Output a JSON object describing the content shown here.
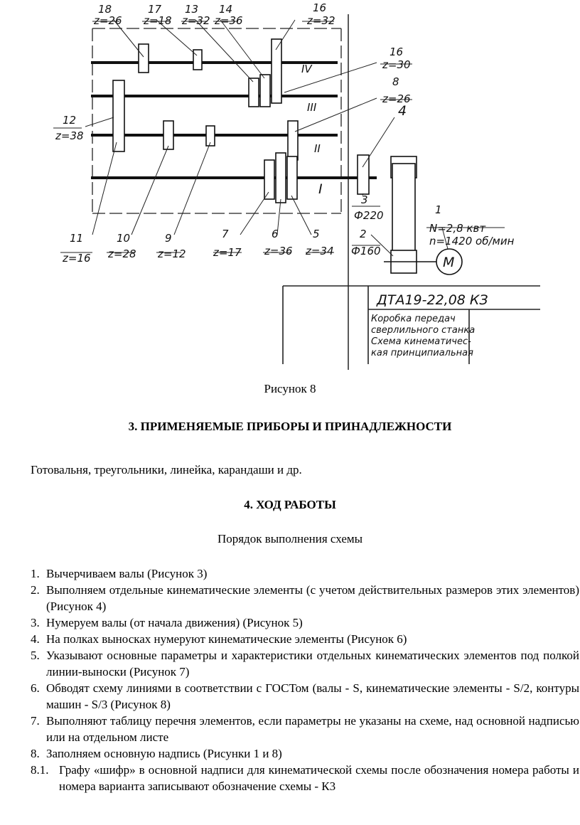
{
  "figure": {
    "labels": {
      "g18": "18",
      "z18": "z=26",
      "g17": "17",
      "z17": "z=18",
      "g13": "13",
      "z13": "z=32",
      "g14": "14",
      "z14": "z=36",
      "g16": "16",
      "z16": "z=32",
      "g16b": "16",
      "z16b": "z=30",
      "g8": "8",
      "z8": "z=26",
      "g4": "4",
      "g12": "12",
      "z12": "z=38",
      "g11": "11",
      "z11": "z=16",
      "g10": "10",
      "z10": "z=28",
      "g9": "9",
      "z9": "z=12",
      "g7": "7",
      "z7": "z=17",
      "g6": "6",
      "z6": "z=36",
      "g5": "5",
      "z5": "z=34",
      "g3": "3",
      "d3": "Ф220",
      "g2": "2",
      "d2": "Ф160",
      "g1": "1",
      "power": "N=2,8 квт",
      "speed": "n=1420 об/мин",
      "motor": "M",
      "shaft_I": "I",
      "shaft_II": "II",
      "shaft_III": "III",
      "shaft_IV": "IV"
    },
    "title_block": {
      "code": "ДТА19-22,08 КЗ",
      "line1": "Коробка передач",
      "line2": "сверлильного станка",
      "line3": "Схема кинематичес-",
      "line4": "кая принципиальная"
    }
  },
  "caption": "Рисунок 8",
  "section3_title": "3. ПРИМЕНЯЕМЫЕ ПРИБОРЫ И ПРИНАДЛЕЖНОСТИ",
  "tools_text": "Готовальня, треугольники, линейка, карандаши и др.",
  "section4_title": "4. ХОД РАБОТЫ",
  "procedure_title": "Порядок выполнения схемы",
  "steps": [
    {
      "num": "1.",
      "text": "Вычерчиваем валы (Рисунок 3)"
    },
    {
      "num": "2.",
      "text": "Выполняем отдельные кинематические элементы (с учетом действительных размеров этих элементов) (Рисунок 4)"
    },
    {
      "num": "3.",
      "text": "Нумеруем валы (от начала движения) (Рисунок 5)"
    },
    {
      "num": "4.",
      "text": "На полках выносках нумеруют кинематические элементы (Рисунок 6)"
    },
    {
      "num": "5.",
      "text": "Указывают основные параметры и характеристики отдельных кинематических элементов под полкой линии-выноски (Рисунок 7)"
    },
    {
      "num": "6.",
      "text": "Обводят схему линиями в соответствии с ГОСТом (валы - S, кинематические элементы - S/2, контуры машин - S/3 (Рисунок 8)"
    },
    {
      "num": "7.",
      "text": "Выполняют таблицу перечня элементов, если параметры не указаны на схеме, над основной надписью или на отдельном листе"
    },
    {
      "num": "8.",
      "text": "Заполняем основную надпись (Рисунки 1 и 8)"
    },
    {
      "num": "8.1.",
      "text": "Графу «шифр» в основной надписи для кинематической схемы после обозначения номера работы и номера варианта записывают обозначение схемы - К3"
    }
  ]
}
